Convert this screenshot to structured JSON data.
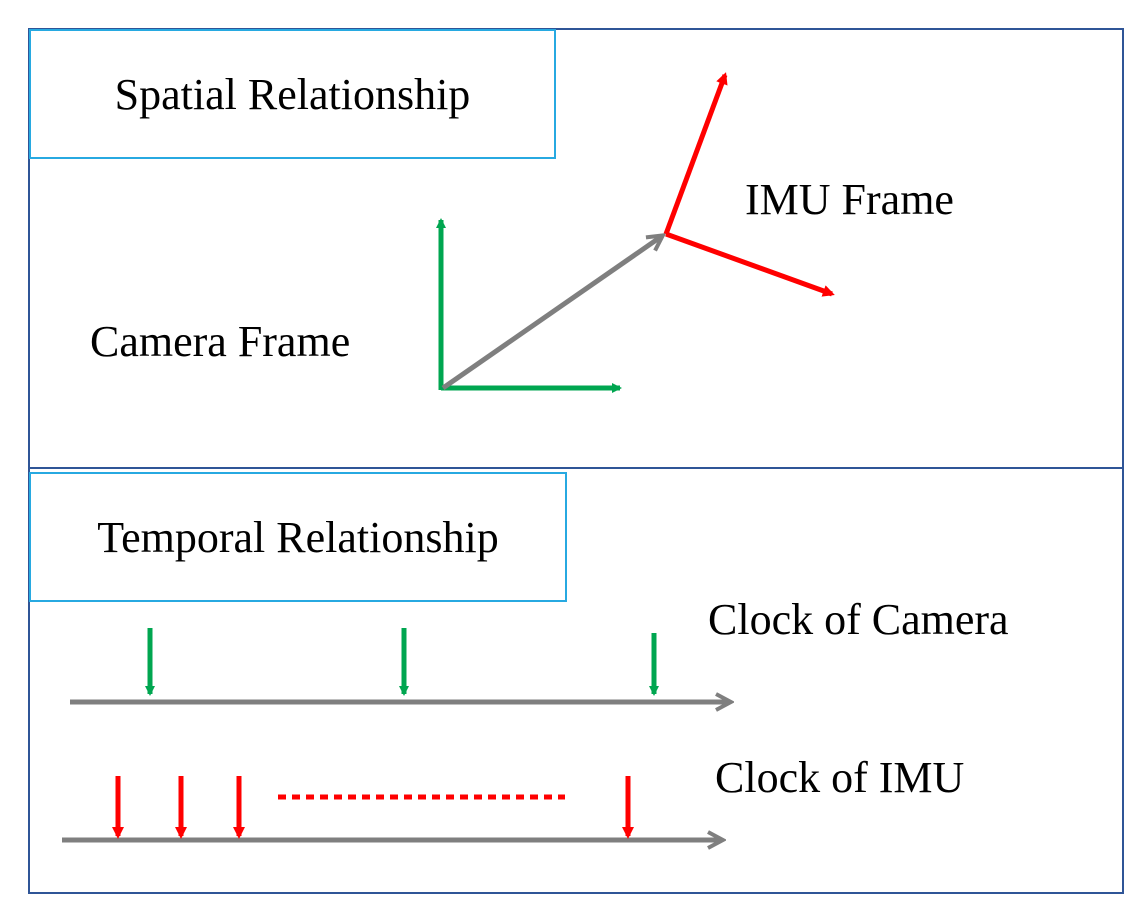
{
  "spatial": {
    "title": "Spatial Relationship",
    "camera_frame_label": "Camera Frame",
    "imu_frame_label": "IMU Frame"
  },
  "temporal": {
    "title": "Temporal Relationship",
    "camera_clock_label": "Clock of Camera",
    "imu_clock_label": "Clock of IMU"
  },
  "colors": {
    "camera": "#00a650",
    "imu": "#ff0000",
    "transform": "#7f7f7f",
    "outer_border": "#2f5597",
    "title_border": "#27a9e1"
  }
}
